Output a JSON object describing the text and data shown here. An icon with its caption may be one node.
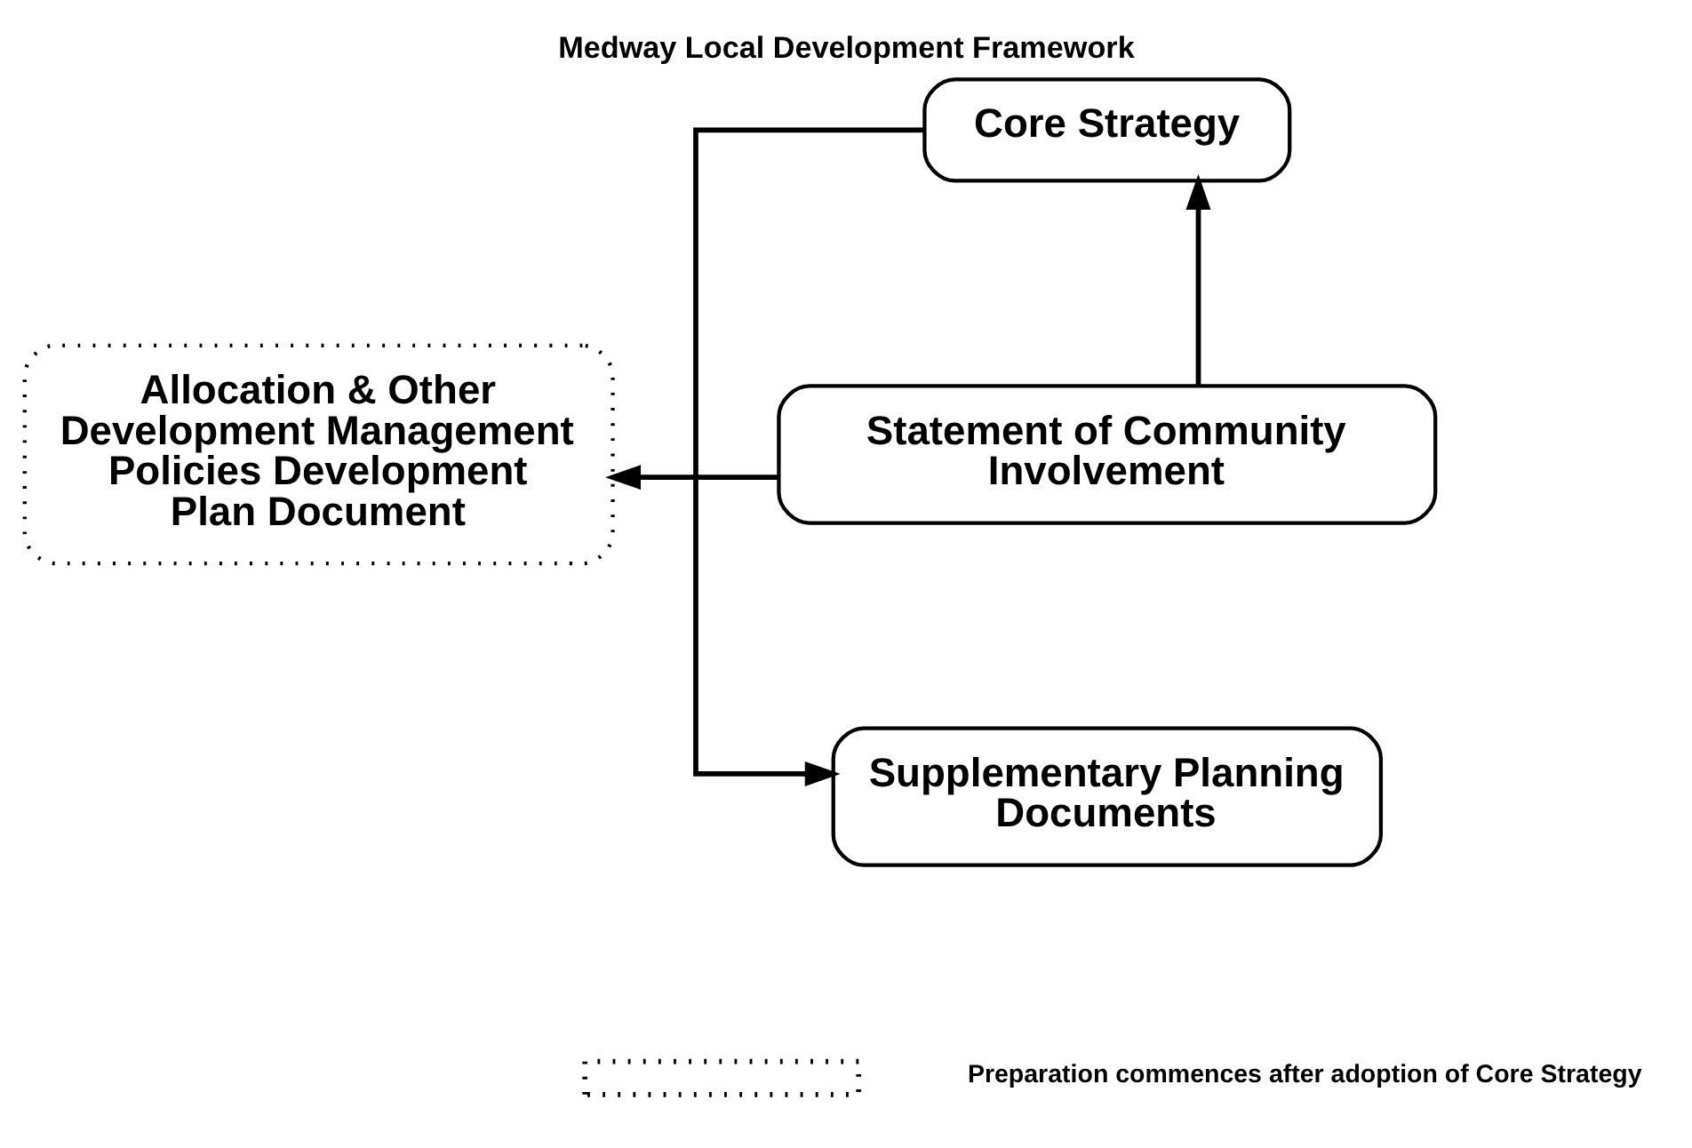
{
  "diagram": {
    "title": "Medway Local Development Framework",
    "nodes": [
      {
        "text": [
          "Core Strategy"
        ]
      },
      {
        "text": [
          "Allocation & Other Development Management Policies Development Plan Document"
        ]
      },
      {
        "text": [
          "Statement of Community Involvement"
        ]
      },
      {
        "text": [
          "Supplementary Planning Documents"
        ]
      }
    ],
    "edges": [
      {
        "from": 2,
        "to": 0,
        "arrow": "to"
      },
      {
        "from": 2,
        "to": 1,
        "arrow": "to"
      },
      {
        "from": 0,
        "to": 3,
        "arrow": "to"
      }
    ],
    "legend": [
      {
        "text": "Preparation commences after adoption of Core Strategy"
      }
    ]
  }
}
